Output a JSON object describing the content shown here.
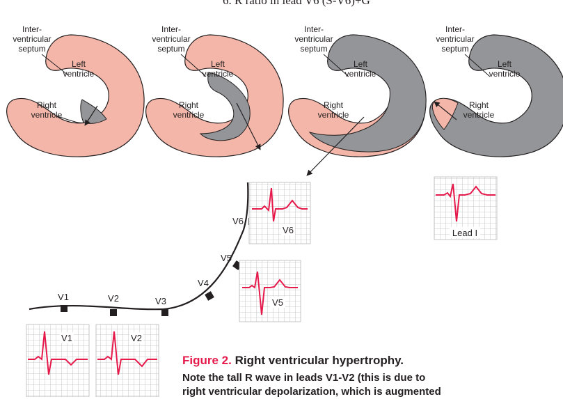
{
  "top_text": "6. R ratio in lead V6 (S-V6)+G",
  "panels": [
    {
      "septum_1": "Inter-",
      "septum_2": "ventricular",
      "septum_3": "septum",
      "left_1": "Left",
      "left_2": "ventricle",
      "right_1": "Right",
      "right_2": "ventricle"
    },
    {
      "septum_1": "Inter-",
      "septum_2": "ventricular",
      "septum_3": "septum",
      "left_1": "Left",
      "left_2": "ventricle",
      "right_1": "Right",
      "right_2": "ventricle"
    },
    {
      "septum_1": "Inter-",
      "septum_2": "ventricular",
      "septum_3": "septum",
      "left_1": "Left",
      "left_2": "ventricle",
      "right_1": "Right",
      "right_2": "ventricle"
    },
    {
      "septum_1": "Inter-",
      "septum_2": "ventricular",
      "septum_3": "septum",
      "left_1": "Left",
      "left_2": "ventricle",
      "right_1": "Right",
      "right_2": "ventricle"
    }
  ],
  "electrodes": [
    "V1",
    "V2",
    "V3",
    "V4",
    "V5",
    "V6"
  ],
  "ecg_labels": {
    "v1": "V1",
    "v2": "V2",
    "v5": "V5",
    "v6": "V6",
    "lead_i": "Lead I"
  },
  "caption": {
    "figure_number": "Figure 2.",
    "title": "Right ventricular hypertrophy.",
    "line1": "Note the tall R wave in leads V1-V2 (this is due to",
    "line2": "right ventricular depolarization, which is augmented"
  },
  "colors": {
    "tissue": "#f4b6a9",
    "hypertrophy": "#939598",
    "ink": "#231f20",
    "ecg_trace": "#e6194b",
    "grid": "#b8b8b8",
    "accent": "#e6194b"
  }
}
